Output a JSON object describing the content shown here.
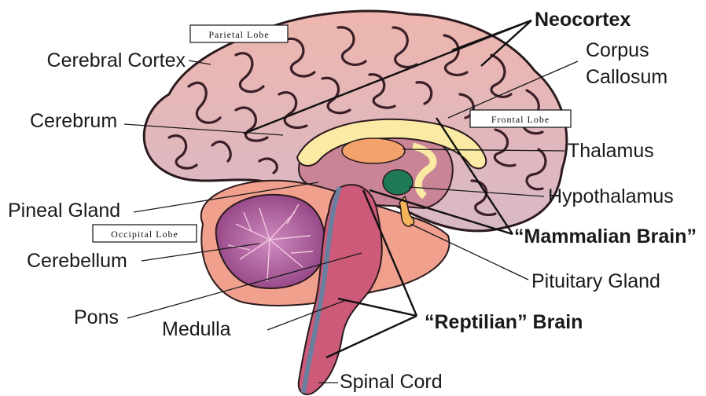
{
  "boxes": {
    "parietal": "Parietal Lobe",
    "frontal": "Frontal Lobe",
    "occipital": "Occipital Lobe"
  },
  "labels": {
    "neocortex": "Neocortex",
    "cerebral_cortex": "Cerebral Cortex",
    "corpus_callosum_1": "Corpus",
    "corpus_callosum_2": "Callosum",
    "cerebrum": "Cerebrum",
    "thalamus": "Thalamus",
    "pineal_gland": "Pineal Gland",
    "hypothalamus": "Hypothalamus",
    "mammalian_brain": "“Mammalian Brain”",
    "cerebellum": "Cerebellum",
    "pituitary_gland": "Pituitary Gland",
    "pons": "Pons",
    "medulla": "Medulla",
    "reptilian_brain": "“Reptilian” Brain",
    "spinal_cord": "Spinal Cord"
  },
  "colors": {
    "cortex": "#eab7b4",
    "cortex_lower": "#d9b3bf",
    "outline": "#2a1a1e",
    "corpus_callosum": "#fbeaa4",
    "thalamus": "#f2a26a",
    "hypothalamus": "#1e7a55",
    "limbic_region": "#f19a86",
    "cerebellum": "#a04e8c",
    "brainstem": "#cd5a78",
    "spinal_canal": "#6a7fa0",
    "pituitary": "#f5b45a"
  }
}
